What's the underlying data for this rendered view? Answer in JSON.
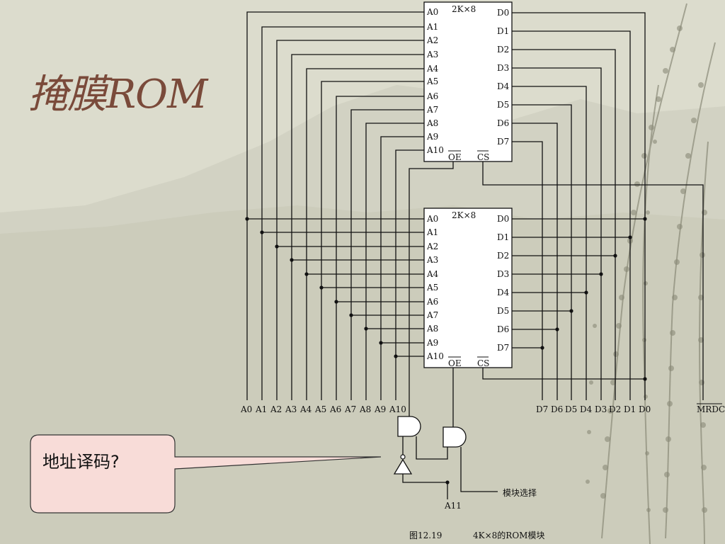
{
  "slide": {
    "title": "掩膜ROM",
    "callout": "地址译码?"
  },
  "colors": {
    "background": "#dcdccd",
    "title": "#7a4a3a",
    "callout_fill": "#f8dcd8",
    "line": "#111111"
  },
  "diagram": {
    "chip_top": {
      "name": "2K×8",
      "addr_pins": [
        "A0",
        "A1",
        "A2",
        "A3",
        "A4",
        "A5",
        "A6",
        "A7",
        "A8",
        "A9",
        "A10"
      ],
      "data_pins": [
        "D0",
        "D1",
        "D2",
        "D3",
        "D4",
        "D5",
        "D6",
        "D7"
      ],
      "oe": "OE",
      "cs": "CS"
    },
    "chip_bottom": {
      "name": "2K×8",
      "addr_pins": [
        "A0",
        "A1",
        "A2",
        "A3",
        "A4",
        "A5",
        "A6",
        "A7",
        "A8",
        "A9",
        "A10"
      ],
      "data_pins": [
        "D0",
        "D1",
        "D2",
        "D3",
        "D4",
        "D5",
        "D6",
        "D7"
      ],
      "oe": "OE",
      "cs": "CS"
    },
    "bus_addr_labels": [
      "A0",
      "A1",
      "A2",
      "A3",
      "A4",
      "A5",
      "A6",
      "A7",
      "A8",
      "A9",
      "A10"
    ],
    "bus_data_labels": [
      "D7",
      "D6",
      "D5",
      "D4",
      "D3",
      "D2",
      "D1",
      "D0"
    ],
    "mrdc": "MRDC",
    "a11": "A11",
    "module_select": "模块选择",
    "caption_num": "图12.19",
    "caption_text": "4K×8的ROM模块"
  }
}
